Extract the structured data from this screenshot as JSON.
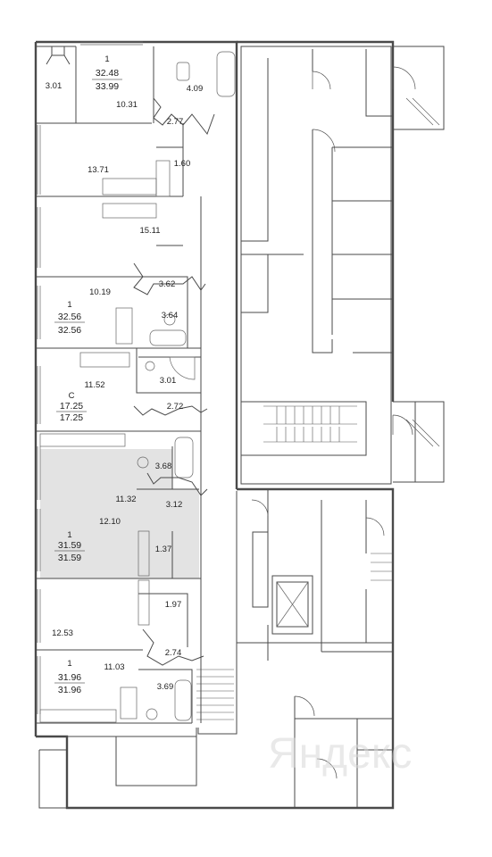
{
  "apartments": [
    {
      "rooms": "1",
      "total": "32.48",
      "total_alt": "33.99"
    },
    {
      "rooms": "1",
      "total": "32.56",
      "total_alt": "32.56"
    },
    {
      "rooms": "С",
      "total": "17.25",
      "total_alt": "17.25"
    },
    {
      "rooms": "1",
      "total": "31.59",
      "total_alt": "31.59"
    },
    {
      "rooms": "1",
      "total": "31.96",
      "total_alt": "31.96"
    }
  ],
  "room_areas": [
    "3.01",
    "4.09",
    "10.31",
    "2.77",
    "13.71",
    "1.60",
    "15.11",
    "3.62",
    "10.19",
    "3.64",
    "11.52",
    "3.01",
    "2.72",
    "3.68",
    "11.32",
    "3.12",
    "12.10",
    "1.37",
    "1.97",
    "12.53",
    "2.74",
    "11.03",
    "3.69"
  ],
  "highlighted_apartment_index": 3,
  "colors": {
    "walls": "#4a4a4a",
    "highlight": "#e3e3e3",
    "background": "#ffffff"
  },
  "watermark": {
    "text": "Яндекс"
  }
}
